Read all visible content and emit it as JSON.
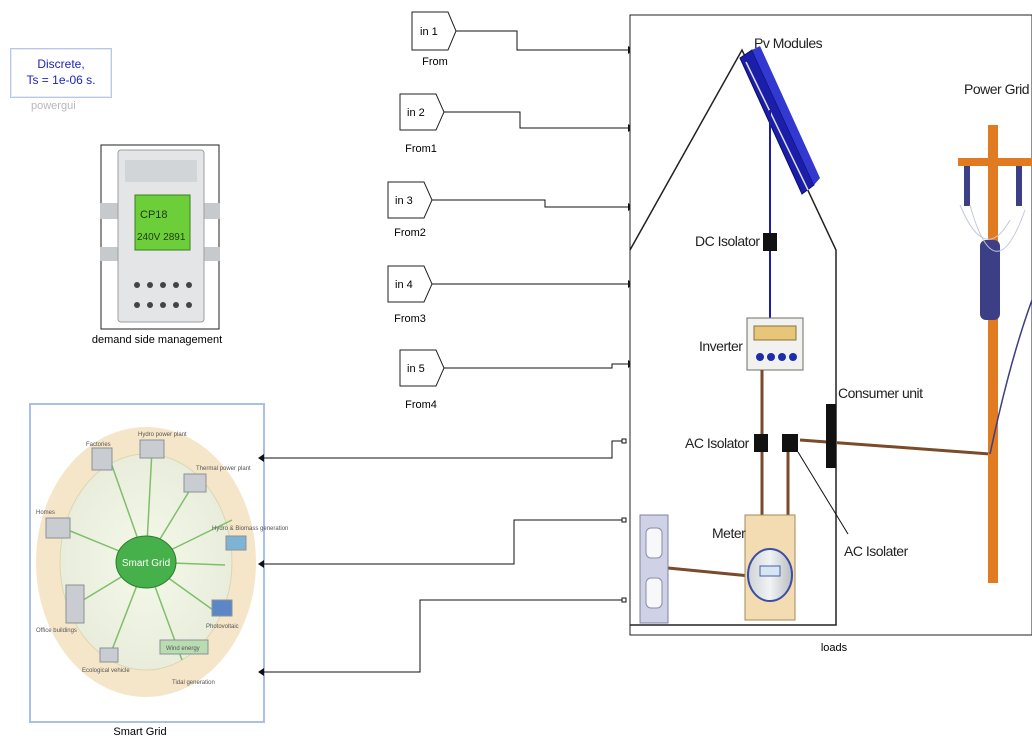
{
  "powergui": {
    "line1": "Discrete,",
    "line2": "Ts = 1e-06 s.",
    "label": "powergui"
  },
  "dsm": {
    "label": "demand side management",
    "display_line1": "CP18",
    "display_line2": "240V 2891"
  },
  "from_blocks": [
    {
      "tag": "in 1",
      "label": "From"
    },
    {
      "tag": "in 2",
      "label": "From1"
    },
    {
      "tag": "in 3",
      "label": "From2"
    },
    {
      "tag": "in 4",
      "label": "From3"
    },
    {
      "tag": "in 5",
      "label": "From4"
    }
  ],
  "smart_grid": {
    "label": "Smart Grid",
    "center": "Smart Grid",
    "items": [
      "Factories",
      "Hydro power plant",
      "Thermal power plant",
      "Hydro & Biomass generation",
      "Homes",
      "Office buildings",
      "Photovoltaic",
      "Wind energy",
      "Ecological vehicle",
      "Tidal generation"
    ]
  },
  "loads": {
    "label": "loads",
    "pv_modules": "Pv Modules",
    "power_grid": "Power Grid",
    "dc_isolator": "DC Isolator",
    "inverter": "Inverter",
    "consumer_unit": "Consumer unit",
    "ac_isolator": "AC Isolator",
    "meter": "Meter",
    "ac_isolater": "AC Isolater"
  },
  "colors": {
    "powergui_text": "#1b22c9",
    "pv_panel": "#1a1ea8",
    "dc_wire": "#1a1ea8",
    "ac_wire": "#7a4a2a",
    "pole": "#e07b21",
    "grid_green": "#3aa84a",
    "meter_display": "#7dd13a"
  }
}
